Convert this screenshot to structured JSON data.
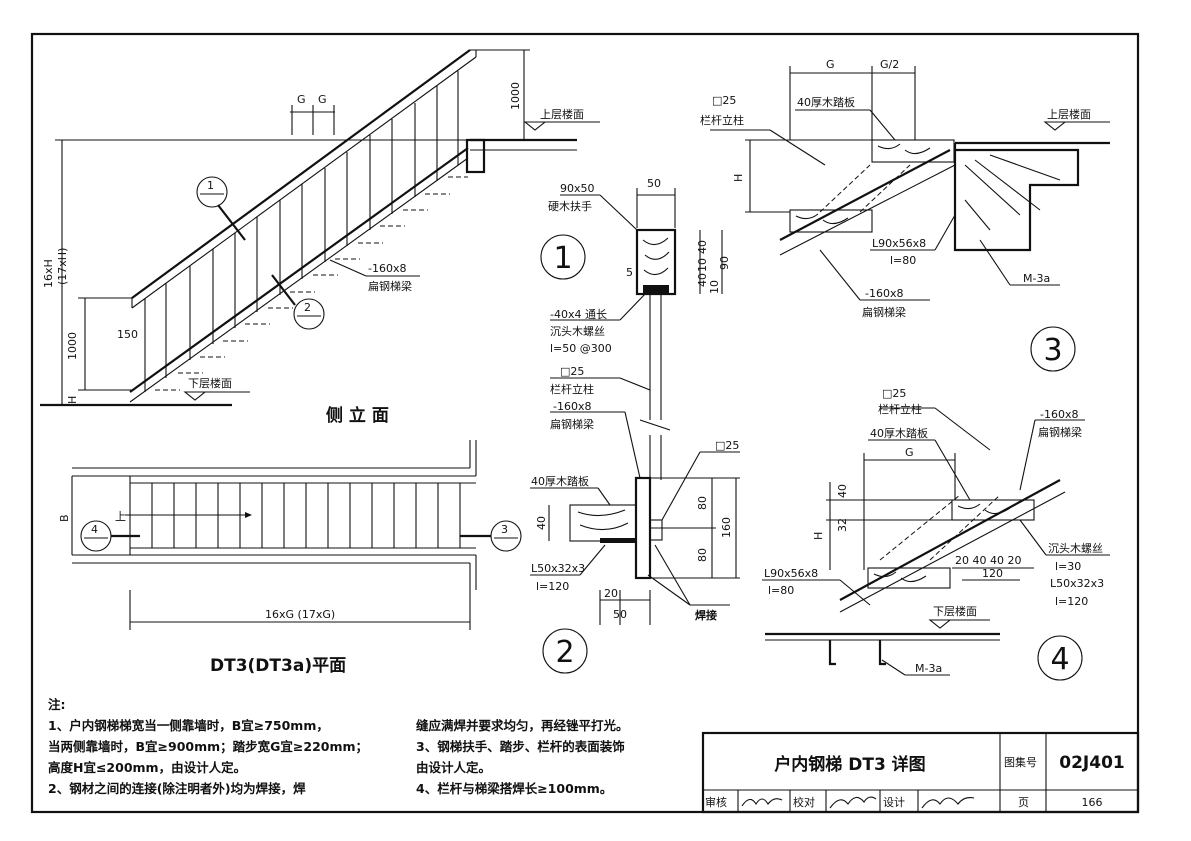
{
  "title_block": {
    "drawing_title": "户内钢梯 DT3 详图",
    "atlas_label": "图集号",
    "atlas_number": "02J401",
    "review_label": "审核",
    "check_label": "校对",
    "design_label": "设计",
    "page_label": "页",
    "page_number": "166"
  },
  "views": {
    "elevation": {
      "caption": "侧 立 面",
      "upper_floor": "上层楼面",
      "lower_floor": "下层楼面",
      "rail_height": "1000",
      "rail_height_bottom": "1000",
      "total_height": "16xH",
      "total_height_alt": "(17xH)",
      "h": "H",
      "g1": "G",
      "g2": "G",
      "baluster_gap": "150",
      "callout_1": "1",
      "callout_2": "2",
      "stringer_size": "-160x8",
      "stringer_name": "扁钢梯梁"
    },
    "plan": {
      "caption": "DT3(DT3a)平面",
      "width_label": "B",
      "length_label": "16xG (17xG)",
      "up_label": "上",
      "callout_4": "4",
      "callout_3": "3"
    },
    "detail1": {
      "number": "1",
      "handrail_size": "90x50",
      "handrail_name": "硬木扶手",
      "width_50": "50",
      "dim_40": "40",
      "dim_10": "10",
      "dim_40b": "40",
      "dim_10b": "10",
      "dim_90": "90",
      "dim_5": "5",
      "bar": "-40x4 通长",
      "screw": "沉头木螺丝",
      "screw_spec": "l=50 @300",
      "post_size": "□25",
      "post_name": "栏杆立柱"
    },
    "detail2": {
      "number": "2",
      "stringer_size": "-160x8",
      "stringer_name": "扁钢梯梁",
      "post_size": "□25",
      "tread": "40厚木踏板",
      "dim_40": "40",
      "dim_80a": "80",
      "dim_80b": "80",
      "dim_160": "160",
      "angle": "L50x32x3",
      "angle_len": "l=120",
      "dim_20": "20",
      "dim_50": "50",
      "weld": "焊接"
    },
    "detail3": {
      "number": "3",
      "g": "G",
      "g_half": "G/2",
      "post_size": "□25",
      "post_name": "栏杆立柱",
      "tread": "40厚木踏板",
      "upper_floor": "上层楼面",
      "h": "H",
      "angle": "L90x56x8",
      "angle_len": "l=80",
      "stringer_size": "-160x8",
      "stringer_name": "扁钢梯梁",
      "embed": "M-3a"
    },
    "detail4": {
      "number": "4",
      "post_size": "□25",
      "post_name": "栏杆立柱",
      "tread": "40厚木踏板",
      "stringer_size": "-160x8",
      "stringer_name": "扁钢梯梁",
      "g": "G",
      "dim_40": "40",
      "dim_32": "32",
      "h": "H",
      "dims_row": "20 40 40 20",
      "dim_120": "120",
      "screw": "沉头木螺丝",
      "screw_len": "l=30",
      "angle_small": "L50x32x3",
      "angle_small_len": "l=120",
      "angle_big": "L90x56x8",
      "angle_big_len": "l=80",
      "lower_floor": "下层楼面",
      "embed": "M-3a"
    }
  },
  "notes": {
    "heading": "注:",
    "lines_left": [
      "1、户内钢梯梯宽当一侧靠墙时，B宜≥750mm，",
      "当两侧靠墙时，B宜≥900mm；踏步宽G宜≥220mm；",
      "高度H宜≤200mm，由设计人定。",
      "2、钢材之间的连接(除注明者外)均为焊接，焊"
    ],
    "lines_right": [
      "缝应满焊并要求均匀，再经锉平打光。",
      "3、钢梯扶手、踏步、栏杆的表面装饰",
      "由设计人定。",
      "4、栏杆与梯梁搭焊长≥100mm。"
    ]
  }
}
